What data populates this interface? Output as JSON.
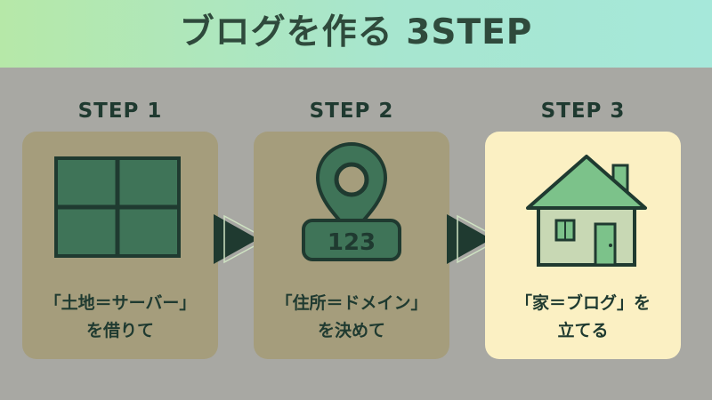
{
  "header": {
    "title": "ブログを作る 3STEP"
  },
  "steps": [
    {
      "label": "STEP 1",
      "caption_line1": "「土地＝サーバー」",
      "caption_line2": "を借りて",
      "icon": "window-grid-icon"
    },
    {
      "label": "STEP 2",
      "caption_line1": "「住所＝ドメイン」",
      "caption_line2": "を決めて",
      "icon": "map-pin-address-icon",
      "icon_text": "123"
    },
    {
      "label": "STEP 3",
      "caption_line1": "「家＝ブログ」を",
      "caption_line2": "立てる",
      "icon": "house-icon"
    }
  ],
  "colors": {
    "background": "#a8a8a3",
    "header_start": "#b6e8a8",
    "header_end": "#a6e8da",
    "card_dark": "#a59d7c",
    "card_highlight": "#fbf0c3",
    "icon_fill": "#3f7458",
    "icon_stroke": "#1f3a30",
    "house_fill": "#7cc28a",
    "house_wall": "#c8d8b4",
    "text": "#1f3a30"
  }
}
